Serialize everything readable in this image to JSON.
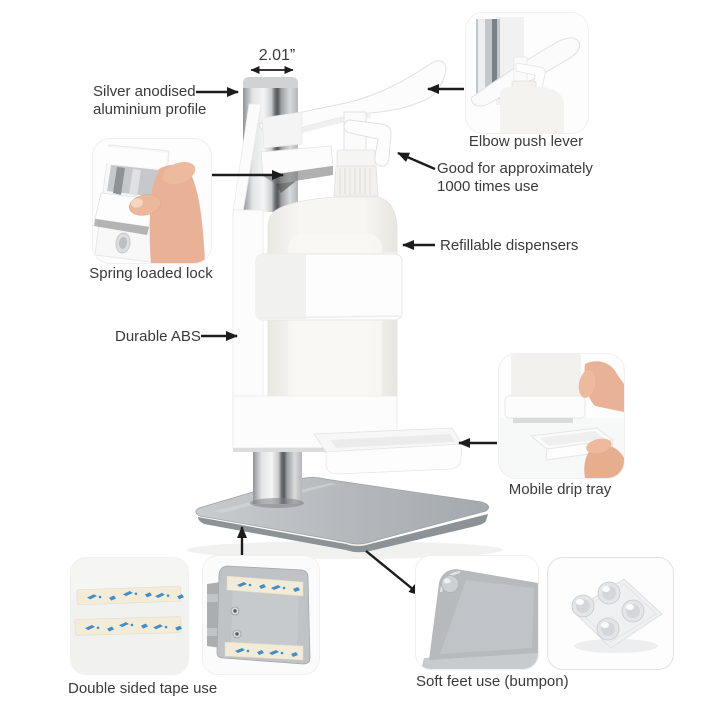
{
  "figure": {
    "background": "#ffffff",
    "text_color": "#3a3a3a",
    "arrow_color": "#1c1c1c",
    "silver_color": "#b9bdc1",
    "plastic_white": "#fcfcfc",
    "bottle_ivory": "#f4f3ef",
    "tape_cream": "#f2ecd9",
    "tape_blue": "#2e85c5"
  },
  "dimension_label": "2.01”",
  "callouts": {
    "silver_profile": "Silver anodised\naluminium profile",
    "usage_note": "Good for approximately\n1000 times use",
    "refillable": "Refillable dispensers",
    "durable_abs": "Durable ABS"
  },
  "inset_captions": {
    "elbow": "Elbow push lever",
    "spring_lock": "Spring loaded lock",
    "drip_tray": "Mobile drip tray",
    "tape": "Double sided tape use",
    "soft_feet": "Soft feet use (bumpon)"
  }
}
